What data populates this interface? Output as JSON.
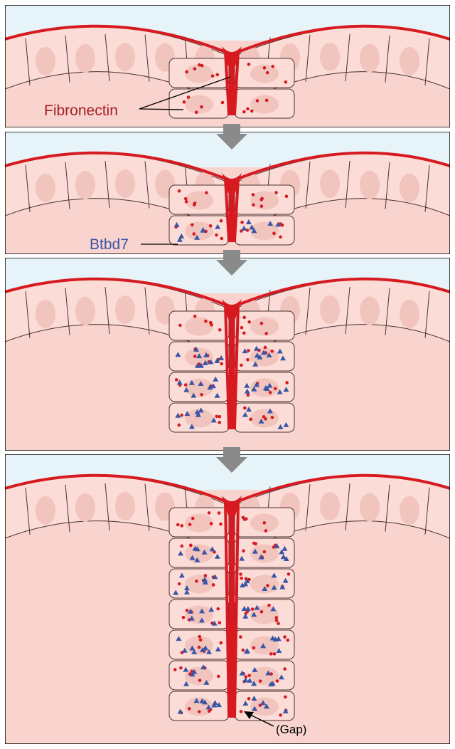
{
  "labels": {
    "fibronectin": "Fibronectin",
    "btbd7": "Btbd7",
    "gap": "(Gap)"
  },
  "colors": {
    "background": "#f9d3cd",
    "lumen": "#e6f3f8",
    "cell_fill": "#fbdcd6",
    "cell_stroke": "#4a3232",
    "nucleus": "#f1c4bd",
    "membrane": "#d71920",
    "fibronectin_dot": "#d71920",
    "btbd7_triangle": "#3b55a6",
    "fibronectin_text": "#a32127",
    "btbd7_text": "#3b55a6",
    "arrow": "#8a8a8a",
    "panel_border": "#000000"
  },
  "icons": [
    "down-arrow-icon",
    "pointer-arrow-icon"
  ]
}
